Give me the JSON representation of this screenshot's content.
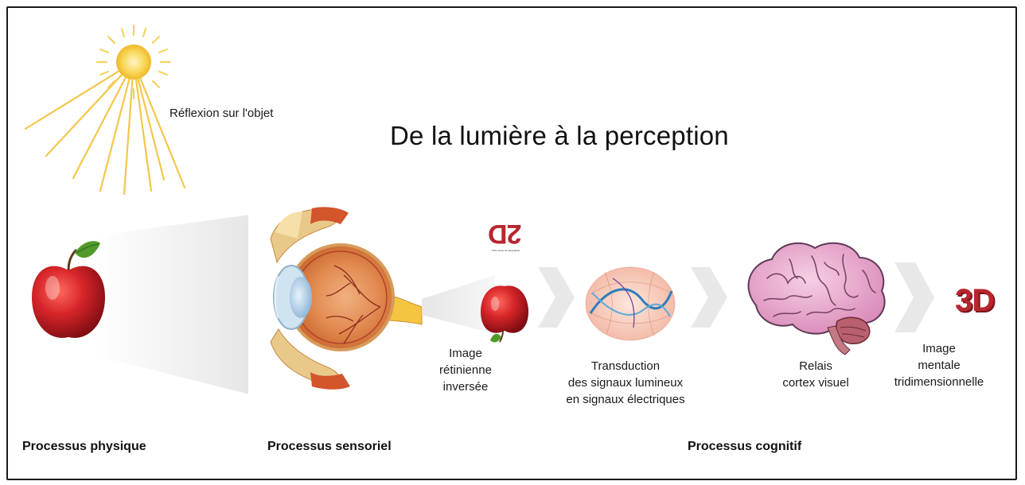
{
  "title": "De la lumière à la perception",
  "labels": {
    "reflexion": "Réflexion sur l'objet",
    "retinal_image": [
      "Image",
      "rétinienne",
      "inversée"
    ],
    "transduction": [
      "Transduction",
      "des signaux lumineux",
      "en signaux électriques"
    ],
    "relay": [
      "Relais",
      "cortex visuel"
    ],
    "mental_image": [
      "Image",
      "mentale",
      "tridimensionnelle"
    ]
  },
  "badges": {
    "two_d": "2D",
    "two_d_caption": "Prise droite de géographie",
    "three_d": "3D"
  },
  "processes": {
    "physical": "Processus physique",
    "sensory": "Processus sensoriel",
    "cognitive": "Processus cognitif"
  },
  "colors": {
    "apple_red": "#c41e24",
    "leaf_green": "#4f9a2a",
    "sun_yellow": "#f5c842",
    "badge_red": "#b8262e",
    "brain_pink": "#e8a4c8",
    "chevron_grey": "#e6e6e6"
  },
  "icons": [
    "sun-icon",
    "apple-icon",
    "eye-icon",
    "small-apple-icon",
    "neural-signal-icon",
    "brain-icon",
    "chevron-icon"
  ]
}
